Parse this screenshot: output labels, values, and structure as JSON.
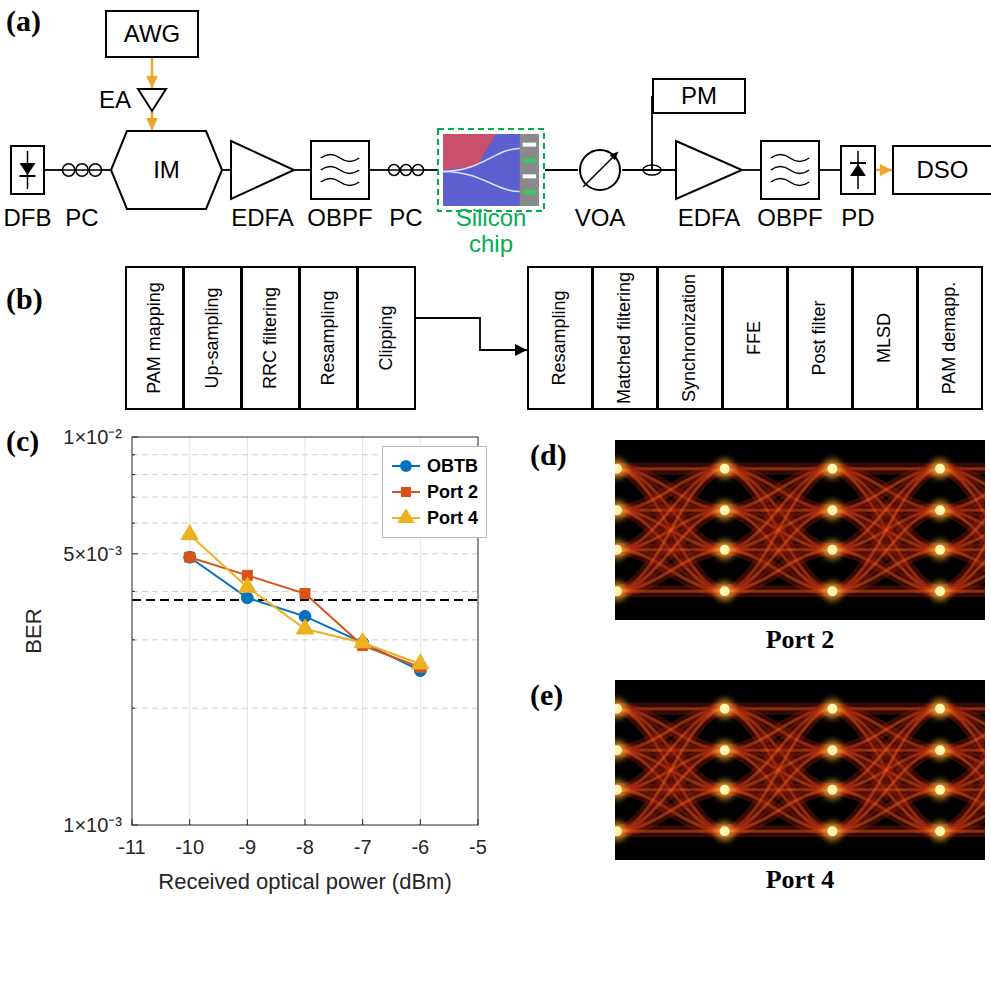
{
  "diagram": {
    "nodes": [
      {
        "text": [
          "AWG"
        ]
      },
      {
        "text": [
          "EA"
        ]
      },
      {
        "text": [
          "DFB"
        ]
      },
      {
        "text": [
          "PC"
        ]
      },
      {
        "text": [
          "IM"
        ]
      },
      {
        "text": [
          "EDFA"
        ]
      },
      {
        "text": [
          "OBPF"
        ]
      },
      {
        "text": [
          "PC"
        ]
      },
      {
        "text": [
          "Silicon chip"
        ]
      },
      {
        "text": [
          "VOA"
        ]
      },
      {
        "text": [
          "PM"
        ]
      },
      {
        "text": [
          "EDFA"
        ]
      },
      {
        "text": [
          "OBPF"
        ]
      },
      {
        "text": [
          "PD"
        ]
      },
      {
        "text": [
          "DSO"
        ]
      },
      {
        "text": [
          "PAM mapping"
        ]
      },
      {
        "text": [
          "Up-sampling"
        ]
      },
      {
        "text": [
          "RRC filtering"
        ]
      },
      {
        "text": [
          "Resampling"
        ]
      },
      {
        "text": [
          "Clipping"
        ]
      },
      {
        "text": [
          "Resampling"
        ]
      },
      {
        "text": [
          "Matched filtering"
        ]
      },
      {
        "text": [
          "Synchronization"
        ]
      },
      {
        "text": [
          "FFE"
        ]
      },
      {
        "text": [
          "Post filter"
        ]
      },
      {
        "text": [
          "MLSD"
        ]
      },
      {
        "text": [
          "PAM demapp."
        ]
      }
    ],
    "edges": [
      {
        "from": 2,
        "to": 3,
        "arrow": "none"
      },
      {
        "from": 3,
        "to": 4,
        "arrow": "none"
      },
      {
        "from": 4,
        "to": 5,
        "arrow": "none"
      },
      {
        "from": 5,
        "to": 6,
        "arrow": "none"
      },
      {
        "from": 6,
        "to": 7,
        "arrow": "none"
      },
      {
        "from": 7,
        "to": 8,
        "arrow": "none"
      },
      {
        "from": 8,
        "to": 9,
        "arrow": "none"
      },
      {
        "from": 9,
        "to": 11,
        "arrow": "none"
      },
      {
        "from": 11,
        "to": 12,
        "arrow": "none"
      },
      {
        "from": 12,
        "to": 13,
        "arrow": "none"
      },
      {
        "from": 0,
        "to": 1,
        "arrow": "to"
      },
      {
        "from": 1,
        "to": 4,
        "arrow": "to"
      },
      {
        "from": 13,
        "to": 14,
        "arrow": "to"
      },
      {
        "from": 9,
        "to": 10,
        "arrow": "none"
      },
      {
        "from": 19,
        "to": 20,
        "arrow": "to"
      }
    ],
    "labels": [
      "(a)",
      "(b)",
      "(c)",
      "1×10⁻²",
      "5×10⁻³",
      "1×10⁻³",
      "BER",
      "-11",
      "-10",
      "-9",
      "-8",
      "-7",
      "-6",
      "-5",
      "Received optical power (dBm)",
      "(d)",
      "Port 2",
      "(e)",
      "Port 4"
    ],
    "legend": [
      {
        "text": "OBTB"
      },
      {
        "text": "Port 2"
      },
      {
        "text": "Port 4"
      }
    ]
  }
}
